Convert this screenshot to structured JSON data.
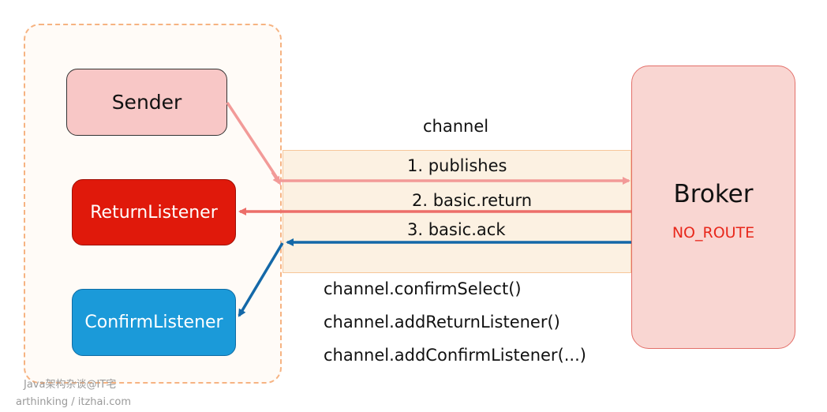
{
  "nodes": {
    "sender": "Sender",
    "return_listener": "ReturnListener",
    "confirm_listener": "ConfirmListener",
    "broker": "Broker",
    "broker_status": "NO_ROUTE"
  },
  "channel_label": "channel",
  "messages": {
    "publishes": "1. publishes",
    "basic_return": "2. basic.return",
    "basic_ack": "3. basic.ack"
  },
  "api_calls": [
    "channel.confirmSelect()",
    "channel.addReturnListener()",
    "channel.addConfirmListener(...)"
  ],
  "watermark": {
    "line1": "Java架构杂谈@IT宅",
    "line2": "arthinking / itzhai.com"
  },
  "colors": {
    "publish_arrow": "#f29a98",
    "return_arrow": "#ec6e69",
    "ack_arrow": "#1468a8",
    "return_box": "#e0190b",
    "confirm_box": "#1b9ad9",
    "broker_box": "#f9d6d2"
  }
}
